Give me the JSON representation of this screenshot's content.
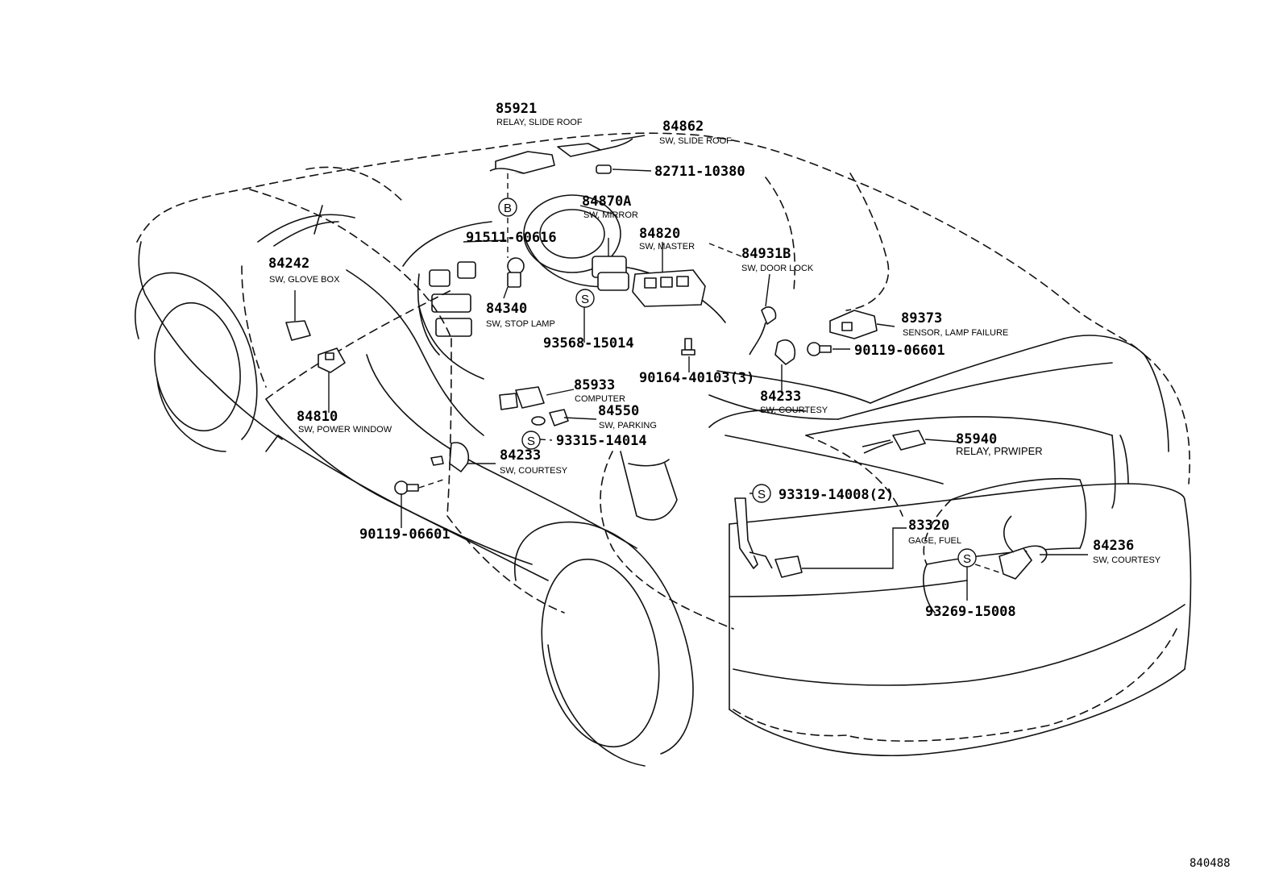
{
  "diagram_code": "840488",
  "symbols": {
    "b": "B",
    "s": "S"
  },
  "labels": [
    {
      "id": "85921",
      "number": "85921",
      "name": "RELAY, SLIDE ROOF"
    },
    {
      "id": "84862",
      "number": "84862",
      "name": "SW, SLIDE ROOF"
    },
    {
      "id": "82711",
      "number": "82711-10380",
      "name": ""
    },
    {
      "id": "84870a",
      "number": "84870A",
      "name": "SW, MIRROR"
    },
    {
      "id": "91511",
      "number": "91511-60616",
      "name": ""
    },
    {
      "id": "84820",
      "number": "84820",
      "name": "SW, MASTER"
    },
    {
      "id": "84931b",
      "number": "84931B",
      "name": "SW, DOOR LOCK"
    },
    {
      "id": "84242",
      "number": "84242",
      "name": "SW, GLOVE BOX"
    },
    {
      "id": "84340",
      "number": "84340",
      "name": "SW, STOP LAMP"
    },
    {
      "id": "89373",
      "number": "89373",
      "name": "SENSOR, LAMP FAILURE"
    },
    {
      "id": "93568",
      "number": "93568-15014",
      "name": ""
    },
    {
      "id": "90119a",
      "number": "90119-06601",
      "name": ""
    },
    {
      "id": "90164",
      "number": "90164-40103(3)",
      "name": ""
    },
    {
      "id": "85933",
      "number": "85933",
      "name": "COMPUTER"
    },
    {
      "id": "84233a",
      "number": "84233",
      "name": "SW, COURTESY"
    },
    {
      "id": "84810",
      "number": "84810",
      "name": "SW, POWER WINDOW"
    },
    {
      "id": "84550",
      "number": "84550",
      "name": "SW, PARKING"
    },
    {
      "id": "93315",
      "number": "93315-14014",
      "name": ""
    },
    {
      "id": "84233b",
      "number": "84233",
      "name": "SW, COURTESY"
    },
    {
      "id": "85940",
      "number": "85940",
      "name": "RELAY, PRWIPER"
    },
    {
      "id": "93319",
      "number": "93319-14008(2)",
      "name": ""
    },
    {
      "id": "83320",
      "number": "83320",
      "name": "GAGE, FUEL"
    },
    {
      "id": "84236",
      "number": "84236",
      "name": "SW, COURTESY"
    },
    {
      "id": "90119b",
      "number": "90119-06601",
      "name": ""
    },
    {
      "id": "93269",
      "number": "93269-15008",
      "name": ""
    }
  ]
}
